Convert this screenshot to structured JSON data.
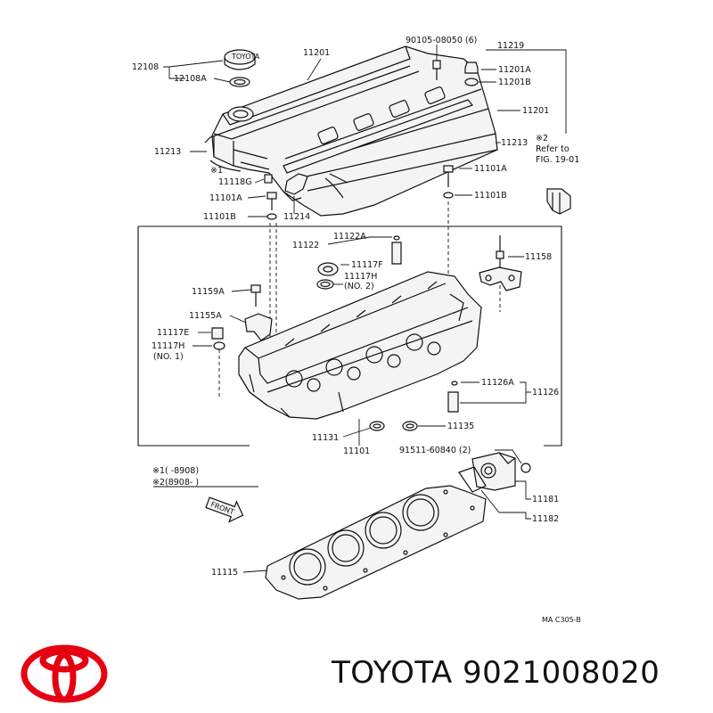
{
  "diagram": {
    "labels": {
      "p12108": "12108",
      "p12108a": "12108A",
      "p11201_top": "11201",
      "p90105": "90105-08050 (6)",
      "p11219": "11219",
      "p11201a": "11201A",
      "p11201b": "11201B",
      "p11201_right": "11201",
      "p11213_left": "11213",
      "p11213_right": "11213",
      "note2_mark": "※2",
      "note2_line1": "Refer to",
      "note2_line2": "FIG. 19-01",
      "note1_mark": "※1",
      "p11118g": "11118G",
      "p11101a_left": "11101A",
      "p11101b_left": "11101B",
      "p11214": "11214",
      "p11101a_right": "11101A",
      "p11101b_right": "11101B",
      "p11122": "11122",
      "p11122a": "11122A",
      "p11117f": "11117F",
      "p11117h_no2_a": "11117H",
      "p11117h_no2_b": "(NO. 2)",
      "p11158": "11158",
      "p11159a": "11159A",
      "p11155a": "11155A",
      "p11117e": "11117E",
      "p11117h_no1_a": "11117H",
      "p11117h_no1_b": "(NO. 1)",
      "p11126a": "11126A",
      "p11126": "11126",
      "p11135": "11135",
      "p11131": "11131",
      "p11101": "11101",
      "p91511": "91511-60840 (2)",
      "p11181": "11181",
      "p11182": "11182",
      "p11115": "11115",
      "front": "FRONT",
      "legend1": "※1(      -8908)",
      "legend2": "※2(8908-       )",
      "ref_code": "MA C305-B",
      "cap_text": "TOYOTA"
    }
  },
  "brand": {
    "name": "TOYOTA",
    "part_number": "9021008020",
    "logo_color": "#e60012"
  }
}
